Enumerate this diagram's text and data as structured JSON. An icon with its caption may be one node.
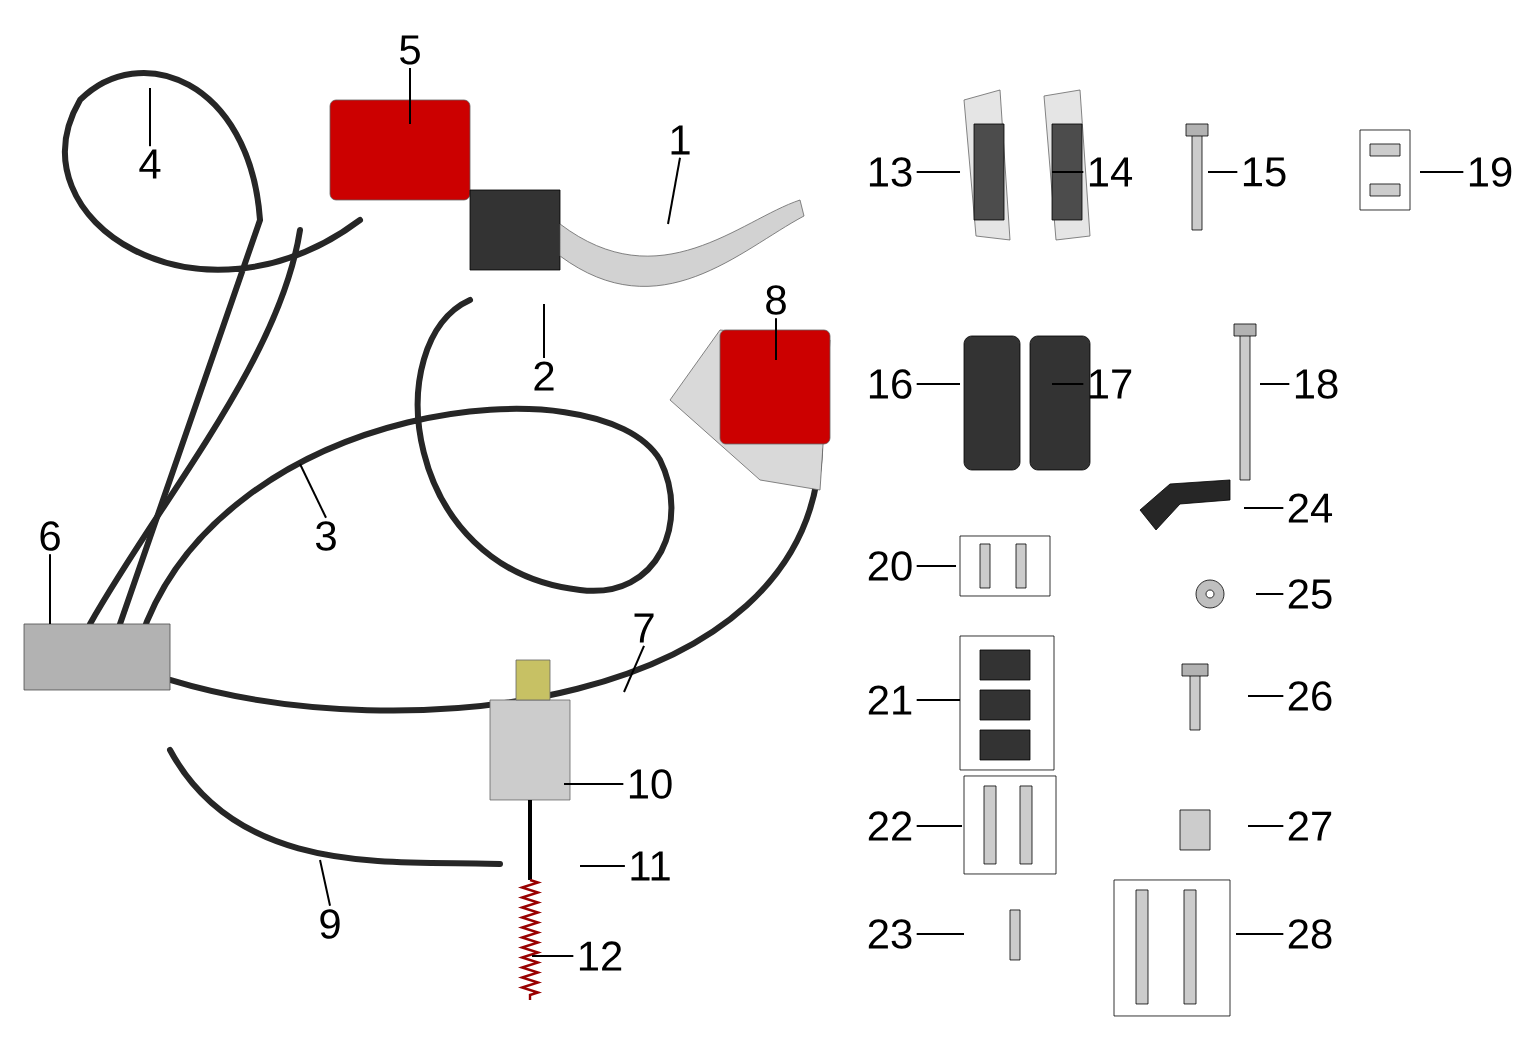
{
  "diagram": {
    "nodes": [
      {
        "text": [
          "1"
        ]
      },
      {
        "text": [
          "2"
        ]
      },
      {
        "text": [
          "3"
        ]
      },
      {
        "text": [
          "4"
        ]
      },
      {
        "text": [
          "5"
        ]
      },
      {
        "text": [
          "6"
        ]
      },
      {
        "text": [
          "7"
        ]
      },
      {
        "text": [
          "8"
        ]
      },
      {
        "text": [
          "9"
        ]
      },
      {
        "text": [
          "10"
        ]
      },
      {
        "text": [
          "11"
        ]
      },
      {
        "text": [
          "12"
        ]
      },
      {
        "text": [
          "13"
        ]
      },
      {
        "text": [
          "14"
        ]
      },
      {
        "text": [
          "15"
        ]
      },
      {
        "text": [
          "16"
        ]
      },
      {
        "text": [
          "17"
        ]
      },
      {
        "text": [
          "18"
        ]
      },
      {
        "text": [
          "19"
        ]
      },
      {
        "text": [
          "20"
        ]
      },
      {
        "text": [
          "21"
        ]
      },
      {
        "text": [
          "22"
        ]
      },
      {
        "text": [
          "23"
        ]
      },
      {
        "text": [
          "24"
        ]
      },
      {
        "text": [
          "25"
        ]
      },
      {
        "text": [
          "26"
        ]
      },
      {
        "text": [
          "27"
        ]
      },
      {
        "text": [
          "28"
        ]
      }
    ],
    "edges": [
      {
        "from": 0,
        "to": null,
        "arrow": "none"
      },
      {
        "from": 1,
        "to": null,
        "arrow": "none"
      },
      {
        "from": 2,
        "to": null,
        "arrow": "none"
      },
      {
        "from": 3,
        "to": null,
        "arrow": "none"
      },
      {
        "from": 4,
        "to": null,
        "arrow": "none"
      },
      {
        "from": 5,
        "to": null,
        "arrow": "none"
      },
      {
        "from": 6,
        "to": null,
        "arrow": "none"
      },
      {
        "from": 7,
        "to": null,
        "arrow": "none"
      },
      {
        "from": 8,
        "to": null,
        "arrow": "none"
      },
      {
        "from": 9,
        "to": null,
        "arrow": "none"
      },
      {
        "from": 10,
        "to": null,
        "arrow": "none"
      },
      {
        "from": 11,
        "to": null,
        "arrow": "none"
      },
      {
        "from": 12,
        "to": null,
        "arrow": "none"
      },
      {
        "from": 13,
        "to": null,
        "arrow": "none"
      },
      {
        "from": 14,
        "to": null,
        "arrow": "none"
      },
      {
        "from": 15,
        "to": null,
        "arrow": "none"
      },
      {
        "from": 16,
        "to": null,
        "arrow": "none"
      },
      {
        "from": 17,
        "to": null,
        "arrow": "none"
      },
      {
        "from": 18,
        "to": null,
        "arrow": "none"
      },
      {
        "from": 19,
        "to": null,
        "arrow": "none"
      },
      {
        "from": 20,
        "to": null,
        "arrow": "none"
      },
      {
        "from": 21,
        "to": null,
        "arrow": "none"
      },
      {
        "from": 22,
        "to": null,
        "arrow": "none"
      },
      {
        "from": 23,
        "to": null,
        "arrow": "none"
      },
      {
        "from": 24,
        "to": null,
        "arrow": "none"
      },
      {
        "from": 25,
        "to": null,
        "arrow": "none"
      },
      {
        "from": 26,
        "to": null,
        "arrow": "none"
      },
      {
        "from": 27,
        "to": null,
        "arrow": "none"
      }
    ]
  }
}
